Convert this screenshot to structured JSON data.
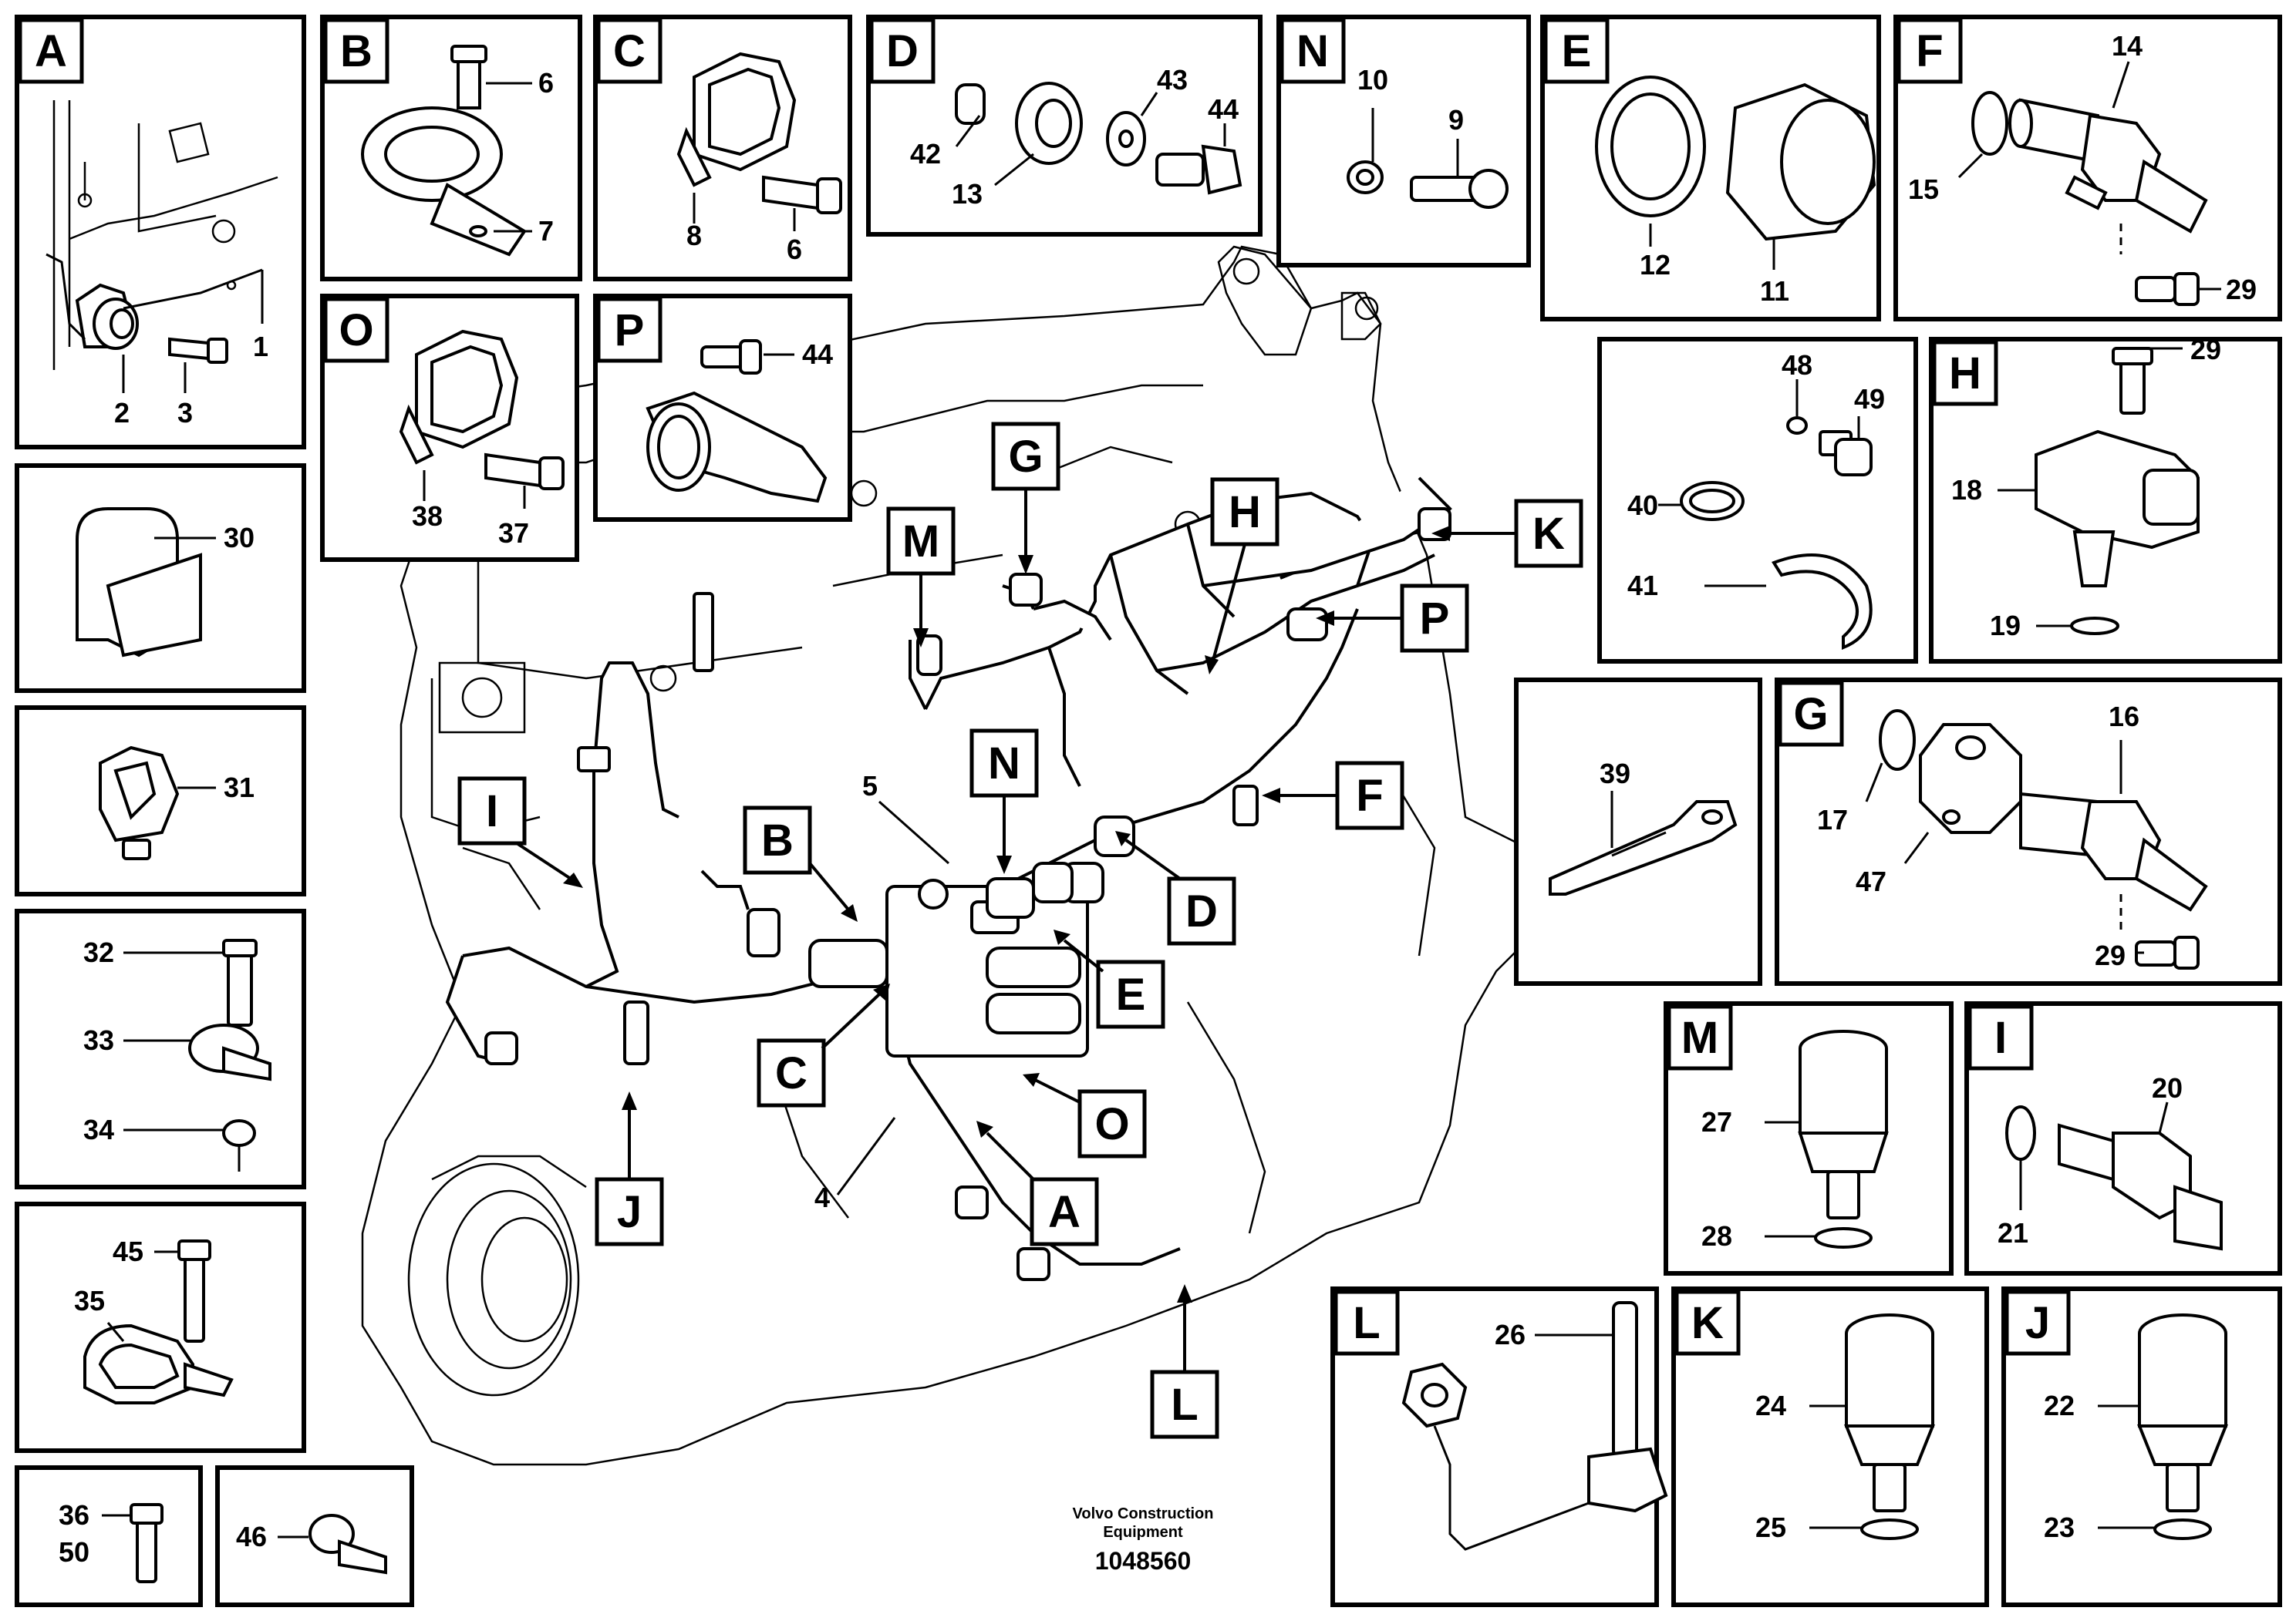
{
  "diagram": {
    "drawing_number": "1048560",
    "brand_line1": "Volvo Construction",
    "brand_line2": "Equipment"
  },
  "panels": {
    "A": {
      "letter": "A",
      "parts": [
        "1",
        "2",
        "3"
      ]
    },
    "B": {
      "letter": "B",
      "parts": [
        "6",
        "7"
      ]
    },
    "C": {
      "letter": "C",
      "parts": [
        "8",
        "6"
      ]
    },
    "D": {
      "letter": "D",
      "parts": [
        "42",
        "13",
        "43",
        "44"
      ]
    },
    "N": {
      "letter": "N",
      "parts": [
        "10",
        "9"
      ]
    },
    "E": {
      "letter": "E",
      "parts": [
        "12",
        "11"
      ]
    },
    "F": {
      "letter": "F",
      "parts": [
        "14",
        "15",
        "29"
      ]
    },
    "O": {
      "letter": "O",
      "parts": [
        "38",
        "37"
      ]
    },
    "P": {
      "letter": "P",
      "parts": [
        "44"
      ]
    },
    "clamp_kit": {
      "parts": [
        "48",
        "49",
        "40",
        "41"
      ]
    },
    "H": {
      "letter": "H",
      "parts": [
        "29",
        "18",
        "19"
      ]
    },
    "p30": {
      "parts": [
        "30"
      ]
    },
    "p31": {
      "parts": [
        "31"
      ]
    },
    "p32": {
      "parts": [
        "32",
        "33",
        "34"
      ]
    },
    "p45": {
      "parts": [
        "45",
        "35"
      ]
    },
    "p36": {
      "parts": [
        "36",
        "50"
      ]
    },
    "p46": {
      "parts": [
        "46"
      ]
    },
    "p39": {
      "parts": [
        "39"
      ]
    },
    "G": {
      "letter": "G",
      "parts": [
        "16",
        "17",
        "47",
        "29"
      ]
    },
    "M": {
      "letter": "M",
      "parts": [
        "27",
        "28"
      ]
    },
    "I": {
      "letter": "I",
      "parts": [
        "20",
        "21"
      ]
    },
    "L": {
      "letter": "L",
      "parts": [
        "26"
      ]
    },
    "K": {
      "letter": "K",
      "parts": [
        "24",
        "25"
      ]
    },
    "J": {
      "letter": "J",
      "parts": [
        "22",
        "23"
      ]
    }
  },
  "callouts": {
    "letters": [
      "G",
      "M",
      "H",
      "K",
      "P",
      "F",
      "N",
      "B",
      "I",
      "D",
      "E",
      "C",
      "O",
      "A",
      "J",
      "L"
    ],
    "numbers": [
      "5",
      "4"
    ]
  }
}
